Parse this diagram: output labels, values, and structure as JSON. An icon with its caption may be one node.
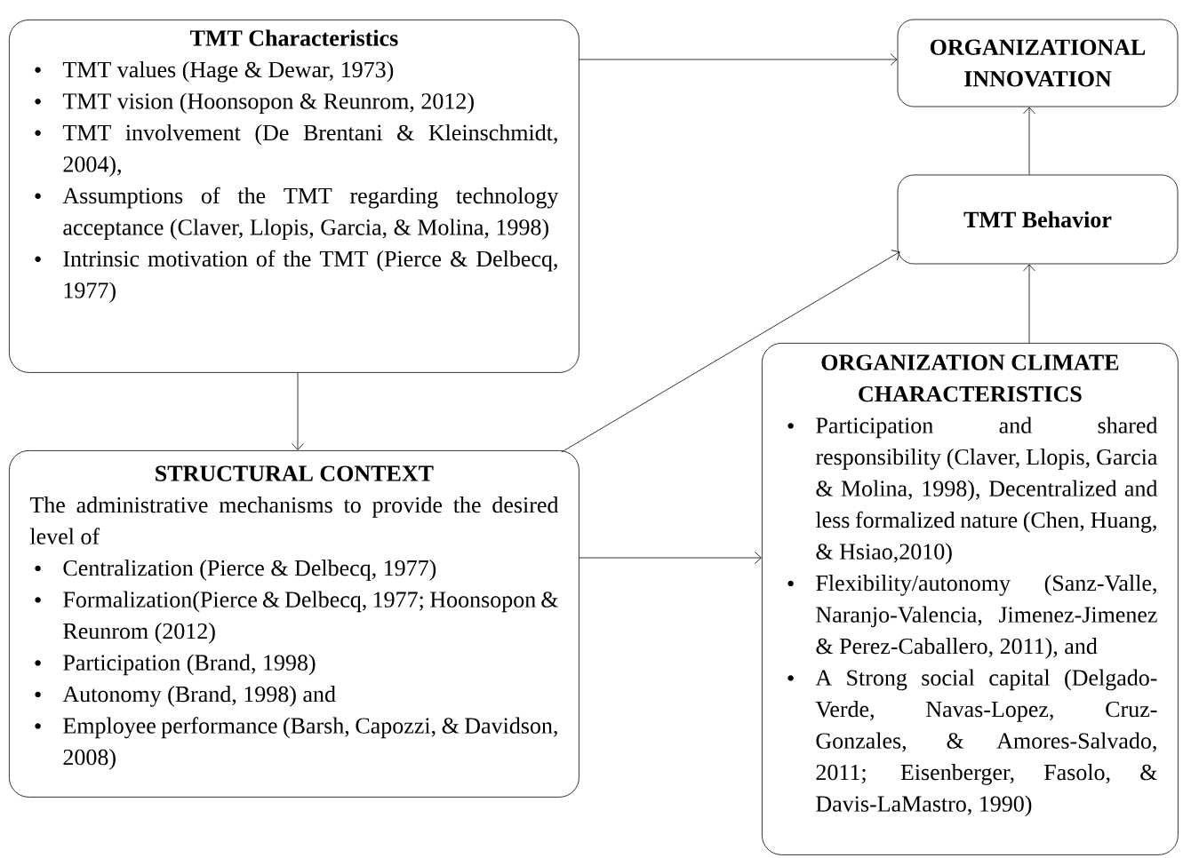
{
  "diagram": {
    "nodes": [
      {
        "text": [
          "TMT Characteristics",
          "TMT values (Hage & Dewar, 1973)",
          "TMT vision (Hoonsopon & Reunrom, 2012)",
          "TMT involvement (De Brentani & Kleinschmidt, 2004),",
          "Assumptions of the TMT regarding technology acceptance (Claver, Llopis, Garcia, & Molina, 1998)",
          "Intrinsic motivation of the TMT (Pierce & Delbecq, 1977)"
        ]
      },
      {
        "text": [
          "ORGANIZATIONAL INNOVATION"
        ]
      },
      {
        "text": [
          "TMT Behavior"
        ]
      },
      {
        "text": [
          "STRUCTURAL CONTEXT",
          "The administrative mechanisms to provide the desired level of",
          "Centralization (Pierce & Delbecq, 1977)",
          "Formalization(Pierce & Delbecq, 1977; Hoonsopon & Reunrom (2012)",
          "Participation (Brand, 1998)",
          "Autonomy (Brand, 1998) and",
          "Employee performance (Barsh, Capozzi, & Davidson, 2008)"
        ]
      },
      {
        "text": [
          "ORGANIZATION CLIMATE CHARACTERISTICS",
          "Participation and shared responsibility (Claver, Llopis, Garcia & Molina, 1998), Decentralized and less formalized nature (Chen, Huang, & Hsiao,2010)",
          "Flexibility/autonomy (Sanz-Valle, Naranjo-Valencia, Jimenez-Jimenez & Perez-Caballero, 2011), and",
          "A Strong social capital (Delgado-Verde, Navas-Lopez, Cruz-Gonzales, & Amores-Salvado, 2011; Eisenberger, Fasolo, & Davis-LaMastro, 1990)"
        ]
      }
    ],
    "edges": [
      {
        "from": 0,
        "to": 1,
        "arrow": "to"
      },
      {
        "from": 0,
        "to": 3,
        "arrow": "to"
      },
      {
        "from": 3,
        "to": 2,
        "arrow": "to"
      },
      {
        "from": 3,
        "to": 4,
        "arrow": "to"
      },
      {
        "from": 4,
        "to": 2,
        "arrow": "to"
      },
      {
        "from": 2,
        "to": 1,
        "arrow": "to"
      }
    ]
  }
}
